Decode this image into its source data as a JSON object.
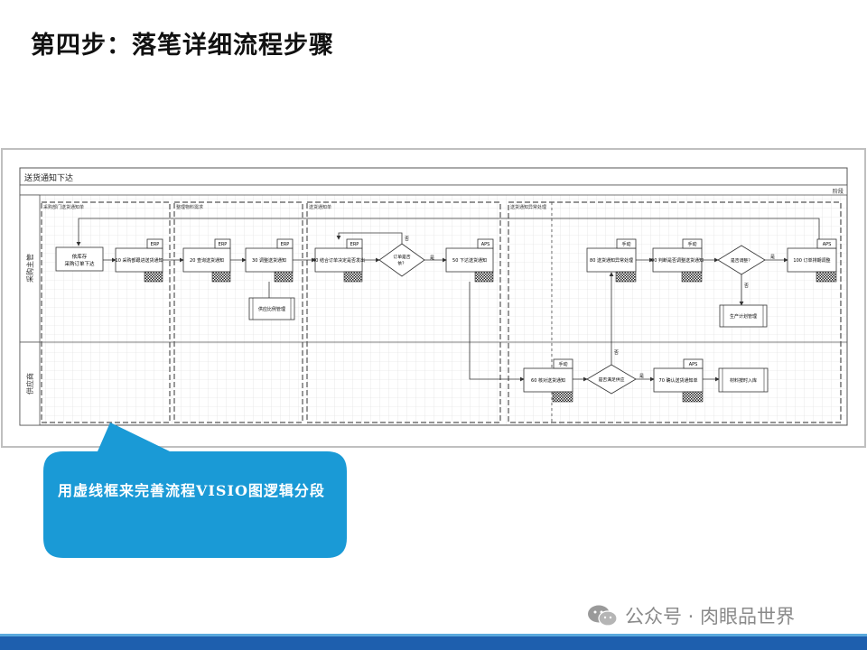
{
  "slide": {
    "title": "第四步：落笔详细流程步骤",
    "callout_text": "用虚线框来完善流程VISIO图逻辑分段",
    "watermark": "公众号 · 肉眼品世界",
    "accent_color": "#1a9ad6",
    "bar_color": "#1e5fae"
  },
  "diagram": {
    "pool_title": "送货通知下达",
    "phase_label": "阶段",
    "lanes": [
      "采购主管",
      "供应商"
    ],
    "phases": [
      "采购部门送货通知单",
      "整理物料需求",
      "送货通知单",
      "送货通知异常处理"
    ],
    "steps": {
      "start": "依库存\n采购订单下达",
      "s10": "10 采购部跟进送货通知",
      "s20": "20 查询送货通知",
      "s30": "30 调整送货通知",
      "s40": "40 结合订单决定是否发出",
      "d_confirm": "订单是否\n依？",
      "s50": "50 下达送货通知",
      "s60": "60 核对送货通知",
      "d_supply": "是否满足供应",
      "s70": "70 确认送货通知单",
      "s80": "80 送货通知异常处理",
      "s90": "90 判断是否调整送货通知",
      "d_adjust": "是否调整？",
      "s100": "100 订单排期调整",
      "sub_supplier": "供应比例管理",
      "sub_plan": "生产计划管理",
      "end_supplier": "材料按时入库"
    },
    "tags": {
      "erp": "ERP",
      "aps": "APS",
      "manual": "手动"
    },
    "branch": {
      "yes": "是",
      "no": "否"
    }
  }
}
